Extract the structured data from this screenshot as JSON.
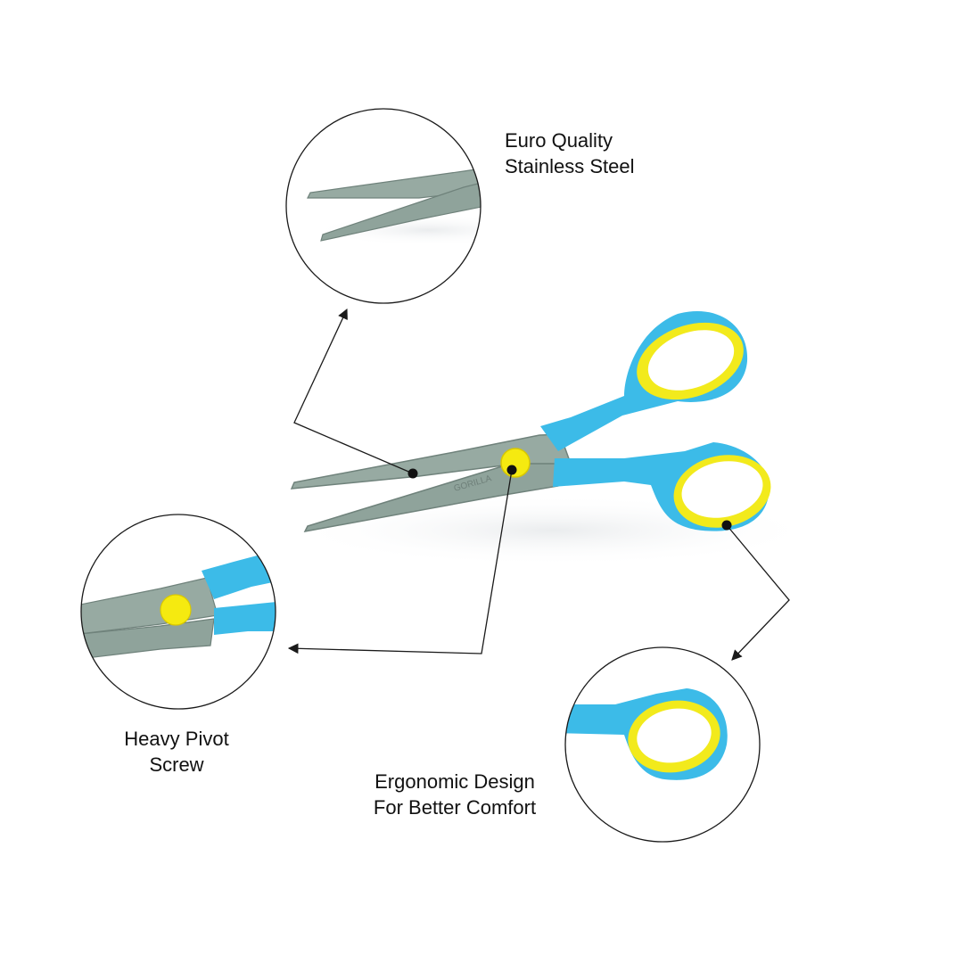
{
  "callouts": {
    "steel": {
      "line1": "Euro Quality",
      "line2": "Stainless Steel"
    },
    "pivot": {
      "line1": "Heavy Pivot",
      "line2": "Screw"
    },
    "ergonomic": {
      "line1": "Ergonomic Design",
      "line2": "For Better Comfort"
    }
  },
  "brand": {
    "blade_text": "GORILLA"
  },
  "colors": {
    "handle": "#3cbbe8",
    "handle_ring": "#f2ea1c",
    "blade": "#8fa39b",
    "blade_edge": "#6f827b",
    "pivot_screw": "#f5ea10",
    "line": "#1a1a1a",
    "background": "#ffffff"
  },
  "icons": [
    "arrow-head-icon",
    "marker-dot-icon"
  ]
}
